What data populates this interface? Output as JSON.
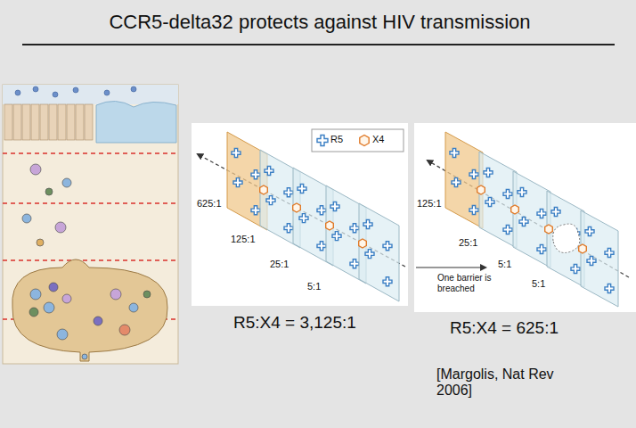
{
  "diagram": {
    "title": "CCR5-delta32 protects against HIV transmission",
    "labels": [
      "625:1",
      "125:1",
      "25:1",
      "5:1",
      "125:1",
      "25:1",
      "5:1",
      "5:1",
      "One barrier is breached",
      "R5:X4 = 3,125:1",
      "R5:X4 = 625:1",
      "[Margolis, Nat Rev 2006]"
    ],
    "legend": [
      {
        "text": "R5"
      },
      {
        "text": "X4"
      }
    ]
  }
}
